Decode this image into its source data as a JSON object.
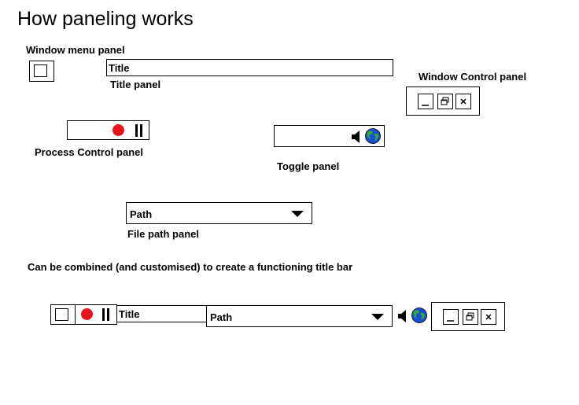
{
  "heading": "How paneling works",
  "labels": {
    "window_menu": "Window menu panel",
    "title_panel": "Title panel",
    "window_control": "Window Control panel",
    "process_control": "Process Control panel",
    "toggle": "Toggle panel",
    "file_path": "File path panel",
    "combined_note": "Can be combined (and customised) to create a functioning title bar"
  },
  "title_text": "Title",
  "path_text": "Path",
  "icons": {
    "menu": "window-menu-icon",
    "record": "record-icon",
    "pause": "pause-icon",
    "speaker": "speaker-icon",
    "globe": "globe-icon",
    "minimize": "minimize-icon",
    "restore": "restore-icon",
    "close": "close-icon",
    "dropdown": "dropdown-arrow-icon"
  },
  "colors": {
    "record": "#e8141b",
    "globe_blue": "#1a4fd6",
    "globe_green": "#2fae2f"
  }
}
